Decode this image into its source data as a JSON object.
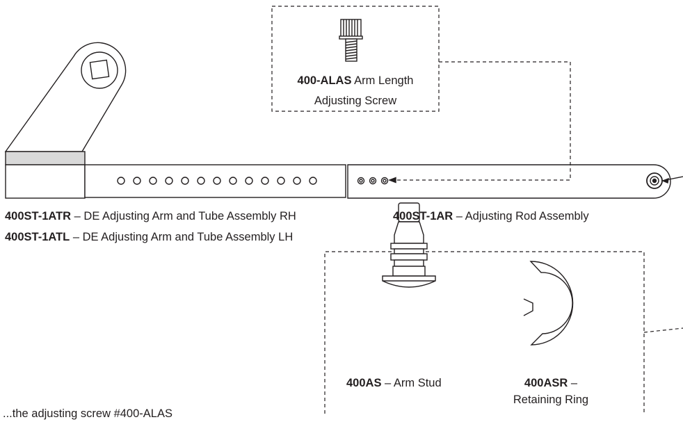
{
  "colors": {
    "line": "#231f20",
    "band": "#d9d9d9",
    "background": "#ffffff"
  },
  "alas": {
    "code": "400-ALAS",
    "name_line1": "Arm Length",
    "name_line2": "Adjusting Screw"
  },
  "atr": {
    "code": "400ST-1ATR",
    "desc": " – DE Adjusting Arm and Tube Assembly RH"
  },
  "atl": {
    "code": "400ST-1ATL",
    "desc": " – DE Adjusting Arm and Tube Assembly LH"
  },
  "ar": {
    "code": "400ST-1AR",
    "desc": " – Adjusting Rod Assembly"
  },
  "as": {
    "code": "400AS",
    "desc": " – Arm Stud"
  },
  "asr": {
    "code": "400ASR",
    "desc": " –",
    "desc_line2": "Retaining Ring"
  },
  "footer_partial": "...the adjusting screw #400-ALAS"
}
